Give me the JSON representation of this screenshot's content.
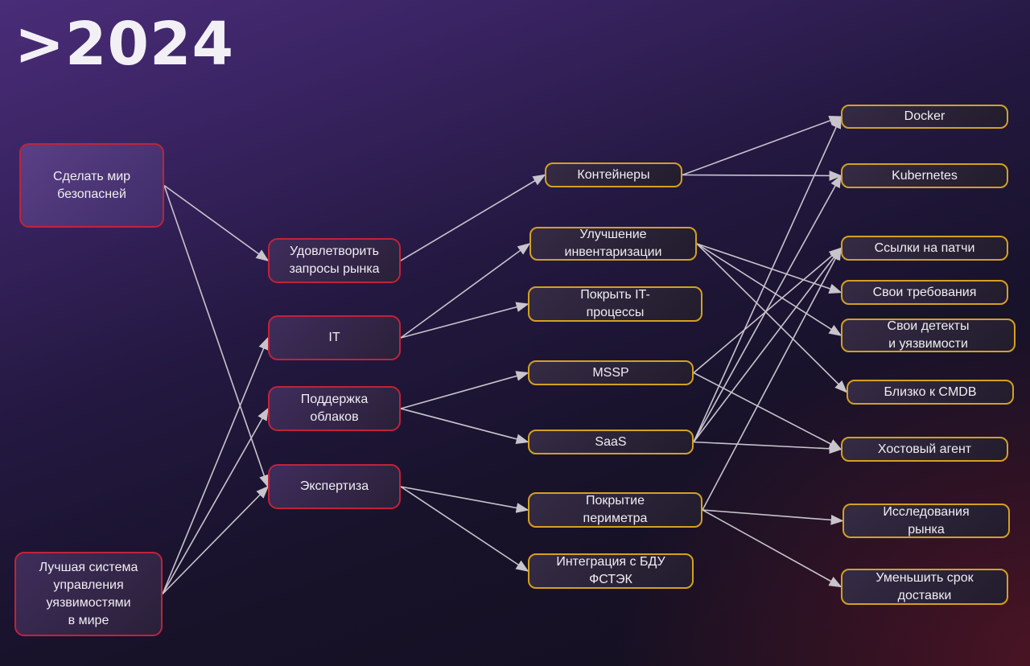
{
  "title": ">2024",
  "colors": {
    "goal_border": "#c0233a",
    "item_border": "#d4a020",
    "edge": "#c8c4cc"
  },
  "nodes": {
    "goal1": "Сделать мир\nбезопасней",
    "goal2": "Лучшая система\nуправления\nуязвимостями\nв мире",
    "market": "Удовлетворить\nзапросы рынка",
    "it": "IT",
    "cloud": "Поддержка\nоблаков",
    "expert": "Экспертиза",
    "containers": "Контейнеры",
    "inventory": "Улучшение\nинвентаризации",
    "itproc": "Покрыть IT-\nпроцессы",
    "mssp": "MSSP",
    "saas": "SaaS",
    "perimeter": "Покрытие\nпериметра",
    "bdu": "Интеграция с БДУ\nФСТЭК",
    "docker": "Docker",
    "k8s": "Kubernetes",
    "patches": "Ссылки на патчи",
    "reqs": "Свои требования",
    "detects": "Свои детекты\nи уязвимости",
    "cmdb": "Близко к CMDB",
    "agent": "Хостовый агент",
    "research": "Исследования\nрынка",
    "delivery": "Уменьшить срок\nдоставки"
  },
  "edges": [
    [
      "goal1",
      "market"
    ],
    [
      "goal1",
      "expert"
    ],
    [
      "goal2",
      "it"
    ],
    [
      "goal2",
      "cloud"
    ],
    [
      "goal2",
      "expert"
    ],
    [
      "market",
      "containers"
    ],
    [
      "it",
      "inventory"
    ],
    [
      "it",
      "itproc"
    ],
    [
      "cloud",
      "mssp"
    ],
    [
      "cloud",
      "saas"
    ],
    [
      "expert",
      "perimeter"
    ],
    [
      "expert",
      "bdu"
    ],
    [
      "containers",
      "docker"
    ],
    [
      "containers",
      "k8s"
    ],
    [
      "inventory",
      "reqs"
    ],
    [
      "inventory",
      "detects"
    ],
    [
      "inventory",
      "cmdb"
    ],
    [
      "mssp",
      "patches"
    ],
    [
      "mssp",
      "agent"
    ],
    [
      "saas",
      "docker"
    ],
    [
      "saas",
      "k8s"
    ],
    [
      "saas",
      "patches"
    ],
    [
      "saas",
      "agent"
    ],
    [
      "perimeter",
      "patches"
    ],
    [
      "perimeter",
      "research"
    ],
    [
      "perimeter",
      "delivery"
    ]
  ]
}
